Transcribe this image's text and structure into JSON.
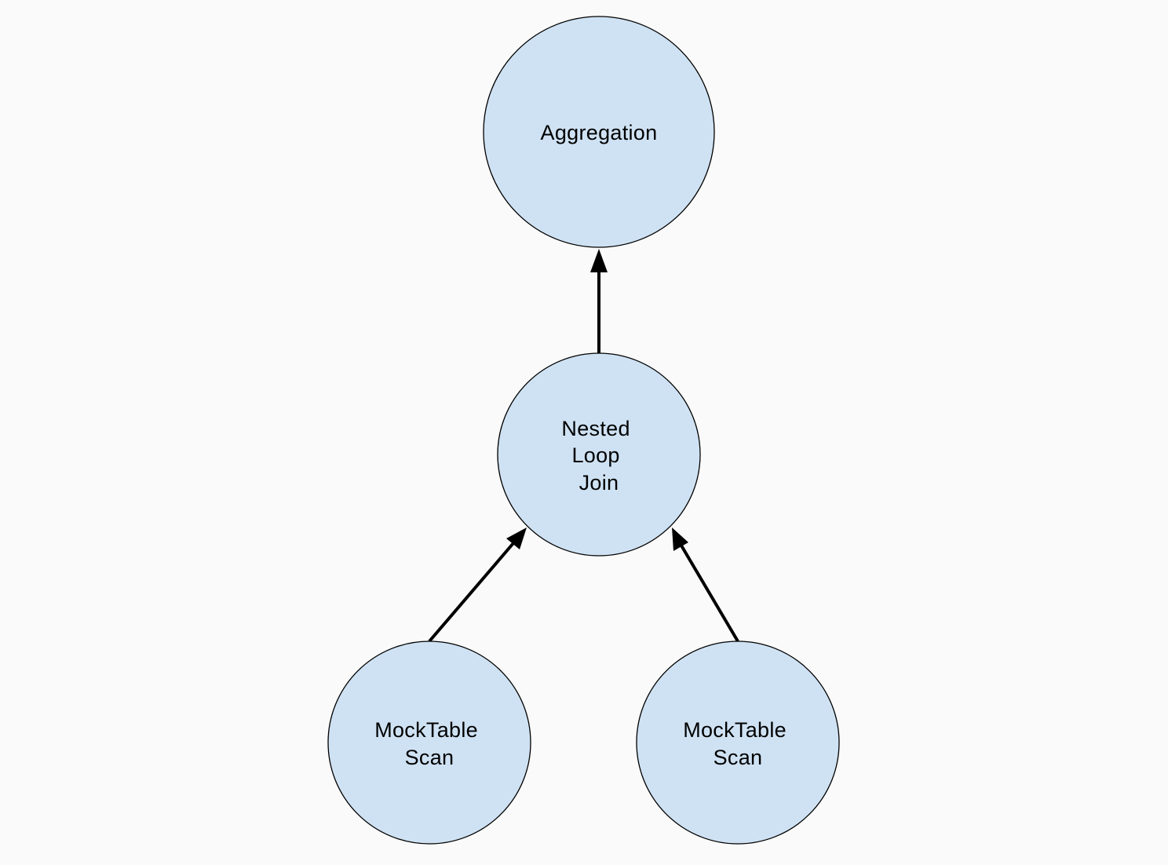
{
  "diagram": {
    "colors": {
      "background": "#fafafa",
      "node_fill": "#cfe2f3",
      "node_stroke": "#000000",
      "edge": "#000000"
    },
    "nodes": {
      "aggregation": {
        "lines": [
          "Aggregation"
        ]
      },
      "nested_loop_join": {
        "lines": [
          "Nested",
          "Loop",
          "Join"
        ]
      },
      "mocktable_scan_left": {
        "lines": [
          "MockTable",
          "Scan"
        ]
      },
      "mocktable_scan_right": {
        "lines": [
          "MockTable",
          "Scan"
        ]
      }
    },
    "edges": [
      {
        "from": "nested_loop_join",
        "to": "aggregation"
      },
      {
        "from": "mocktable_scan_left",
        "to": "nested_loop_join"
      },
      {
        "from": "mocktable_scan_right",
        "to": "nested_loop_join"
      }
    ]
  }
}
